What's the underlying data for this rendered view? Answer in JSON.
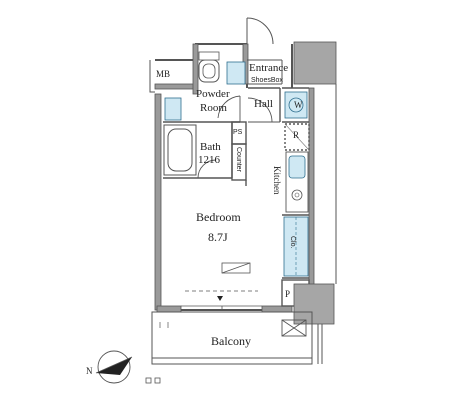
{
  "rooms": {
    "entrance": "Entrance",
    "shoes_box": "ShoesBox",
    "mb": "MB",
    "powder_room_line1": "Powder",
    "powder_room_line2": "Room",
    "hall": "Hall",
    "w": "W",
    "r": "R",
    "ps": "PS",
    "bath": "Bath",
    "bath_size": "1216",
    "counter": "Counter",
    "kitchen": "Kitchen",
    "bedroom": "Bedroom",
    "bedroom_size": "8.7J",
    "clo": "Clo.",
    "p": "P",
    "balcony": "Balcony"
  },
  "compass": {
    "letter": "N",
    "icon": "north-arrow-icon"
  },
  "colors": {
    "wall": "#555555",
    "wall_fill": "#9a9a9a",
    "fixture_fill": "#cfe8f3",
    "fixture_line": "#2f6f8f",
    "column_fill": "#a6a6a6"
  }
}
